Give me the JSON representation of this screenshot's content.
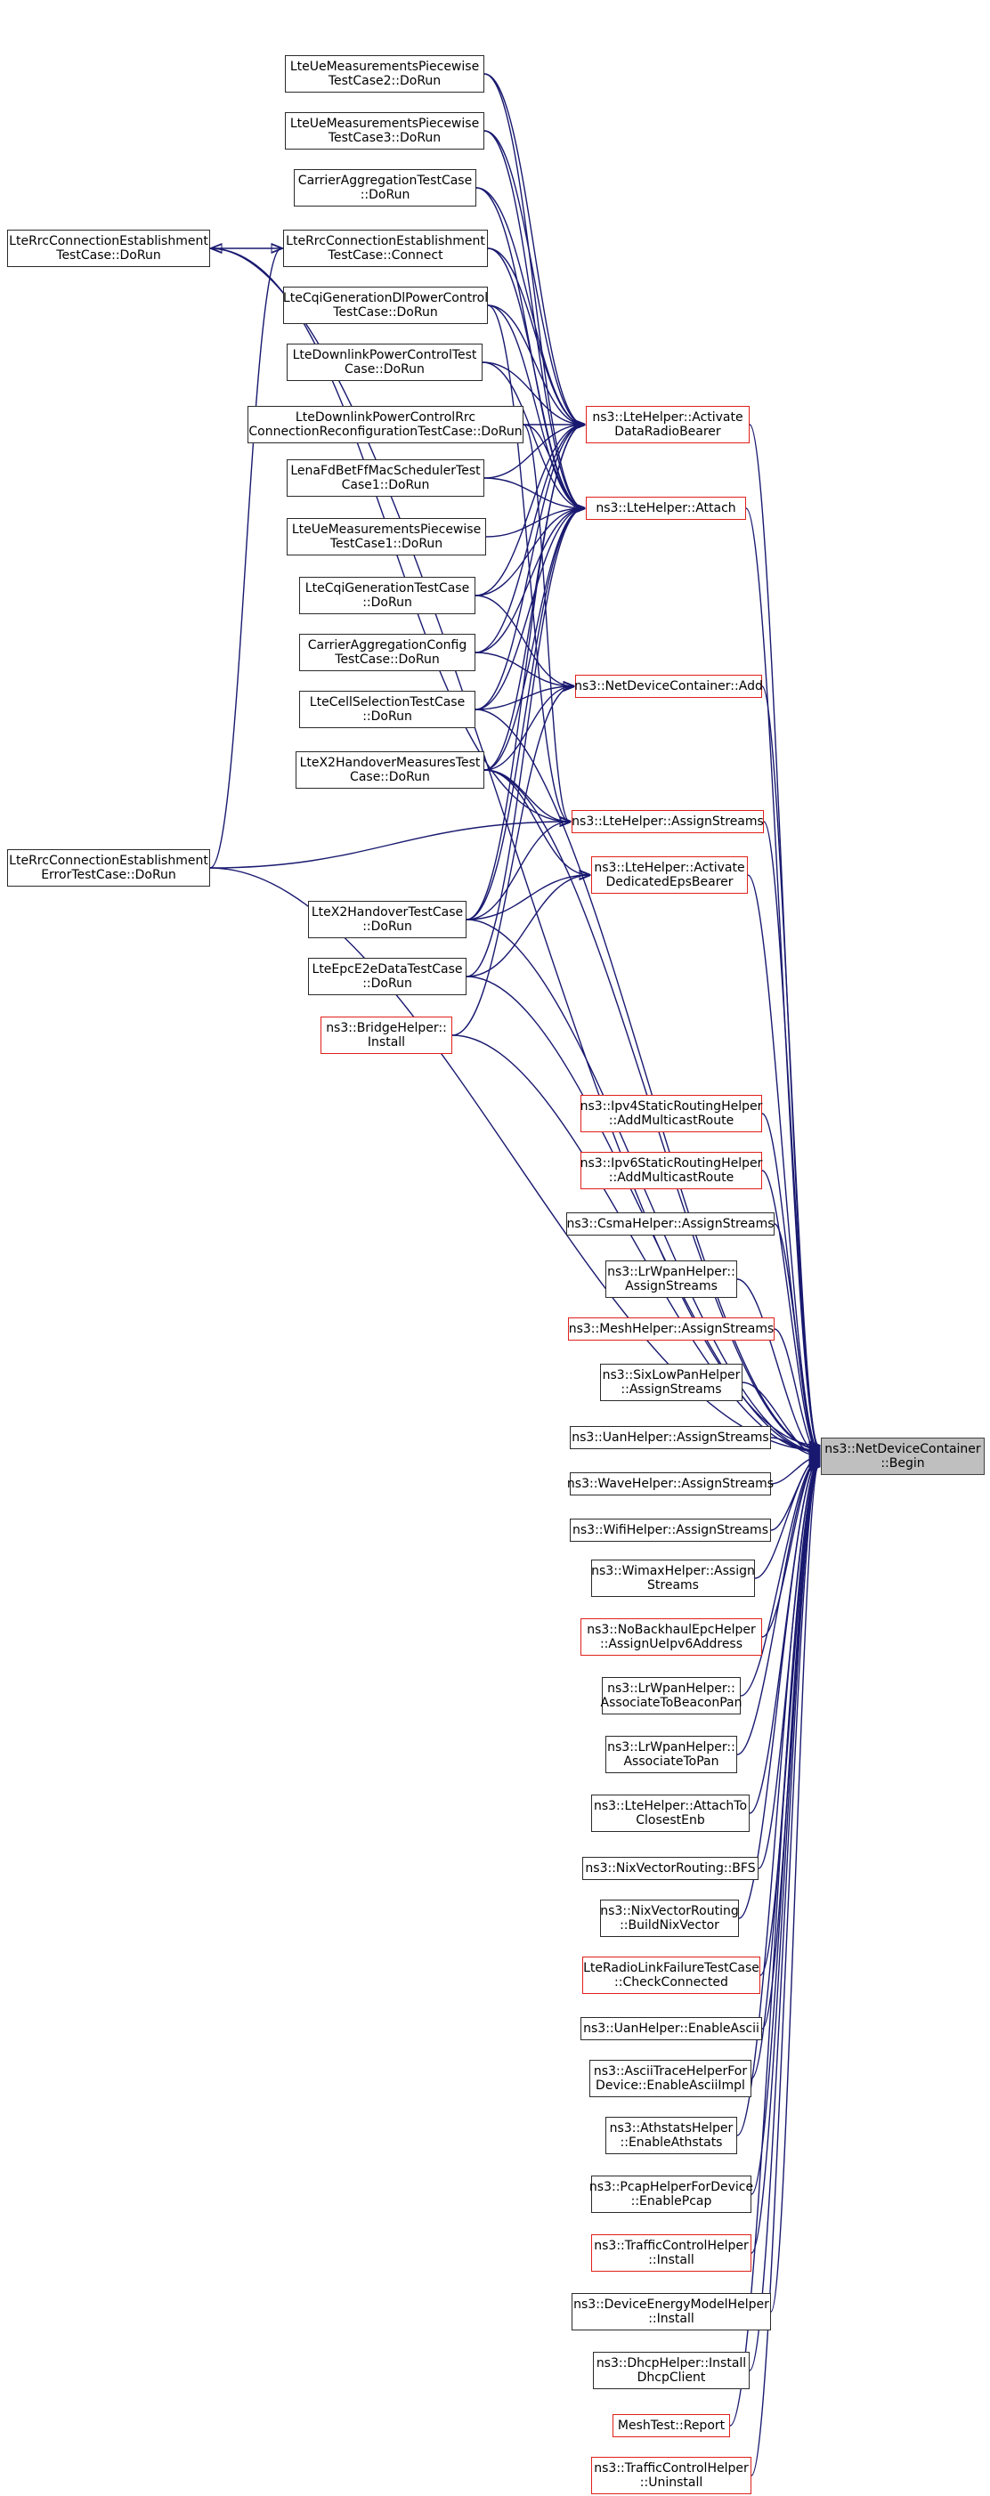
{
  "graph": {
    "target": {
      "id": "target",
      "lines": [
        "ns3::NetDeviceContainer",
        "::Begin"
      ],
      "style": "target"
    },
    "nodes": [
      {
        "id": "s2",
        "lines": [
          "LteUeMeasurementsPiecewise",
          "TestCase2::DoRun"
        ],
        "style": "black"
      },
      {
        "id": "s3",
        "lines": [
          "LteUeMeasurementsPiecewise",
          "TestCase3::DoRun"
        ],
        "style": "black"
      },
      {
        "id": "cat",
        "lines": [
          "CarrierAggregationTestCase",
          "::DoRun"
        ],
        "style": "black"
      },
      {
        "id": "rrcE",
        "lines": [
          "LteRrcConnectionEstablishment",
          "TestCase::DoRun"
        ],
        "style": "black"
      },
      {
        "id": "rrcC",
        "lines": [
          "LteRrcConnectionEstablishment",
          "TestCase::Connect"
        ],
        "style": "black"
      },
      {
        "id": "cqiDl",
        "lines": [
          "LteCqiGenerationDlPowerControl",
          "TestCase::DoRun"
        ],
        "style": "black"
      },
      {
        "id": "dlpc",
        "lines": [
          "LteDownlinkPowerControlTest",
          "Case::DoRun"
        ],
        "style": "black"
      },
      {
        "id": "dlrrc",
        "lines": [
          "LteDownlinkPowerControlRrc",
          "ConnectionReconfigurationTestCase::DoRun"
        ],
        "style": "black"
      },
      {
        "id": "lena",
        "lines": [
          "LenaFdBetFfMacSchedulerTest",
          "Case1::DoRun"
        ],
        "style": "black"
      },
      {
        "id": "s1",
        "lines": [
          "LteUeMeasurementsPiecewise",
          "TestCase1::DoRun"
        ],
        "style": "black"
      },
      {
        "id": "cqi",
        "lines": [
          "LteCqiGenerationTestCase",
          "::DoRun"
        ],
        "style": "black"
      },
      {
        "id": "cac",
        "lines": [
          "CarrierAggregationConfig",
          "TestCase::DoRun"
        ],
        "style": "black"
      },
      {
        "id": "cell",
        "lines": [
          "LteCellSelectionTestCase",
          "::DoRun"
        ],
        "style": "black"
      },
      {
        "id": "x2m",
        "lines": [
          "LteX2HandoverMeasuresTest",
          "Case::DoRun"
        ],
        "style": "black"
      },
      {
        "id": "rrcErr",
        "lines": [
          "LteRrcConnectionEstablishment",
          "ErrorTestCase::DoRun"
        ],
        "style": "black"
      },
      {
        "id": "x2",
        "lines": [
          "LteX2HandoverTestCase",
          "::DoRun"
        ],
        "style": "black"
      },
      {
        "id": "epc",
        "lines": [
          "LteEpcE2eDataTestCase",
          "::DoRun"
        ],
        "style": "black"
      },
      {
        "id": "bridge",
        "lines": [
          "ns3::BridgeHelper::",
          "Install"
        ],
        "style": "red"
      },
      {
        "id": "adrb",
        "lines": [
          "ns3::LteHelper::Activate",
          "DataRadioBearer"
        ],
        "style": "red"
      },
      {
        "id": "attach",
        "lines": [
          "ns3::LteHelper::Attach"
        ],
        "style": "red"
      },
      {
        "id": "ndcAdd",
        "lines": [
          "ns3::NetDeviceContainer::Add"
        ],
        "style": "red"
      },
      {
        "id": "lteAS",
        "lines": [
          "ns3::LteHelper::AssignStreams"
        ],
        "style": "red"
      },
      {
        "id": "adeb",
        "lines": [
          "ns3::LteHelper::Activate",
          "DedicatedEpsBearer"
        ],
        "style": "red"
      },
      {
        "id": "ipv4",
        "lines": [
          "ns3::Ipv4StaticRoutingHelper",
          "::AddMulticastRoute"
        ],
        "style": "red"
      },
      {
        "id": "ipv6",
        "lines": [
          "ns3::Ipv6StaticRoutingHelper",
          "::AddMulticastRoute"
        ],
        "style": "red"
      },
      {
        "id": "csma",
        "lines": [
          "ns3::CsmaHelper::AssignStreams"
        ],
        "style": "black"
      },
      {
        "id": "lrAS",
        "lines": [
          "ns3::LrWpanHelper::",
          "AssignStreams"
        ],
        "style": "black"
      },
      {
        "id": "mesh",
        "lines": [
          "ns3::MeshHelper::AssignStreams"
        ],
        "style": "red"
      },
      {
        "id": "six",
        "lines": [
          "ns3::SixLowPanHelper",
          "::AssignStreams"
        ],
        "style": "black"
      },
      {
        "id": "uan",
        "lines": [
          "ns3::UanHelper::AssignStreams"
        ],
        "style": "black"
      },
      {
        "id": "wave",
        "lines": [
          "ns3::WaveHelper::AssignStreams"
        ],
        "style": "black"
      },
      {
        "id": "wifi",
        "lines": [
          "ns3::WifiHelper::AssignStreams"
        ],
        "style": "black"
      },
      {
        "id": "wimax",
        "lines": [
          "ns3::WimaxHelper::Assign",
          "Streams"
        ],
        "style": "black"
      },
      {
        "id": "nobh",
        "lines": [
          "ns3::NoBackhaulEpcHelper",
          "::AssignUeIpv6Address"
        ],
        "style": "red"
      },
      {
        "id": "lrBP",
        "lines": [
          "ns3::LrWpanHelper::",
          "AssociateToBeaconPan"
        ],
        "style": "black"
      },
      {
        "id": "lrP",
        "lines": [
          "ns3::LrWpanHelper::",
          "AssociateToPan"
        ],
        "style": "black"
      },
      {
        "id": "attCl",
        "lines": [
          "ns3::LteHelper::AttachTo",
          "ClosestEnb"
        ],
        "style": "black"
      },
      {
        "id": "bfs",
        "lines": [
          "ns3::NixVectorRouting::BFS"
        ],
        "style": "black"
      },
      {
        "id": "nix",
        "lines": [
          "ns3::NixVectorRouting",
          "::BuildNixVector"
        ],
        "style": "black"
      },
      {
        "id": "rlf",
        "lines": [
          "LteRadioLinkFailureTestCase",
          "::CheckConnected"
        ],
        "style": "red"
      },
      {
        "id": "uanAscii",
        "lines": [
          "ns3::UanHelper::EnableAscii"
        ],
        "style": "black"
      },
      {
        "id": "atf",
        "lines": [
          "ns3::AsciiTraceHelperFor",
          "Device::EnableAsciiImpl"
        ],
        "style": "black"
      },
      {
        "id": "ath",
        "lines": [
          "ns3::AthstatsHelper",
          "::EnableAthstats"
        ],
        "style": "black"
      },
      {
        "id": "pcap",
        "lines": [
          "ns3::PcapHelperForDevice",
          "::EnablePcap"
        ],
        "style": "black"
      },
      {
        "id": "tcI",
        "lines": [
          "ns3::TrafficControlHelper",
          "::Install"
        ],
        "style": "red"
      },
      {
        "id": "dem",
        "lines": [
          "ns3::DeviceEnergyModelHelper",
          "::Install"
        ],
        "style": "black"
      },
      {
        "id": "dhcp",
        "lines": [
          "ns3::DhcpHelper::Install",
          "DhcpClient"
        ],
        "style": "black"
      },
      {
        "id": "mesh2",
        "lines": [
          "MeshTest::Report"
        ],
        "style": "red"
      },
      {
        "id": "tcU",
        "lines": [
          "ns3::TrafficControlHelper",
          "::Uninstall"
        ],
        "style": "red"
      }
    ],
    "edges": [
      [
        "rrcC",
        "rrcE"
      ],
      [
        "s2",
        "adrb"
      ],
      [
        "s3",
        "adrb"
      ],
      [
        "cat",
        "adrb"
      ],
      [
        "rrcC",
        "adrb"
      ],
      [
        "cqiDl",
        "adrb"
      ],
      [
        "dlpc",
        "adrb"
      ],
      [
        "dlrrc",
        "adrb"
      ],
      [
        "lena",
        "adrb"
      ],
      [
        "cqi",
        "adrb"
      ],
      [
        "cac",
        "adrb"
      ],
      [
        "cell",
        "adrb"
      ],
      [
        "x2m",
        "adrb"
      ],
      [
        "x2",
        "adrb"
      ],
      [
        "s2",
        "attach"
      ],
      [
        "s3",
        "attach"
      ],
      [
        "cat",
        "attach"
      ],
      [
        "rrcC",
        "attach"
      ],
      [
        "cqiDl",
        "attach"
      ],
      [
        "dlpc",
        "attach"
      ],
      [
        "dlrrc",
        "attach"
      ],
      [
        "lena",
        "attach"
      ],
      [
        "s1",
        "attach"
      ],
      [
        "cqi",
        "attach"
      ],
      [
        "cac",
        "attach"
      ],
      [
        "cell",
        "attach"
      ],
      [
        "x2m",
        "attach"
      ],
      [
        "x2",
        "attach"
      ],
      [
        "epc",
        "attach"
      ],
      [
        "cqi",
        "ndcAdd"
      ],
      [
        "cac",
        "ndcAdd"
      ],
      [
        "cell",
        "ndcAdd"
      ],
      [
        "x2m",
        "ndcAdd"
      ],
      [
        "bridge",
        "ndcAdd"
      ],
      [
        "rrcE",
        "lteAS"
      ],
      [
        "rrcErr",
        "lteAS"
      ],
      [
        "x2m",
        "lteAS"
      ],
      [
        "x2",
        "lteAS"
      ],
      [
        "dlrrc",
        "lteAS"
      ],
      [
        "cqiDl",
        "lteAS"
      ],
      [
        "x2",
        "adeb"
      ],
      [
        "epc",
        "adeb"
      ],
      [
        "x2m",
        "adeb"
      ],
      [
        "rrcErr",
        "rrcC"
      ],
      [
        "adrb",
        "target"
      ],
      [
        "attach",
        "target"
      ],
      [
        "ndcAdd",
        "target"
      ],
      [
        "lteAS",
        "target"
      ],
      [
        "adeb",
        "target"
      ],
      [
        "rrcE",
        "target"
      ],
      [
        "rrcErr",
        "target"
      ],
      [
        "cell",
        "target"
      ],
      [
        "x2m",
        "target"
      ],
      [
        "x2",
        "target"
      ],
      [
        "epc",
        "target"
      ],
      [
        "bridge",
        "target"
      ],
      [
        "ipv4",
        "target"
      ],
      [
        "ipv6",
        "target"
      ],
      [
        "csma",
        "target"
      ],
      [
        "lrAS",
        "target"
      ],
      [
        "mesh",
        "target"
      ],
      [
        "six",
        "target"
      ],
      [
        "uan",
        "target"
      ],
      [
        "wave",
        "target"
      ],
      [
        "wifi",
        "target"
      ],
      [
        "wimax",
        "target"
      ],
      [
        "nobh",
        "target"
      ],
      [
        "lrBP",
        "target"
      ],
      [
        "lrP",
        "target"
      ],
      [
        "attCl",
        "target"
      ],
      [
        "bfs",
        "target"
      ],
      [
        "nix",
        "target"
      ],
      [
        "rlf",
        "target"
      ],
      [
        "uanAscii",
        "target"
      ],
      [
        "atf",
        "target"
      ],
      [
        "ath",
        "target"
      ],
      [
        "pcap",
        "target"
      ],
      [
        "tcI",
        "target"
      ],
      [
        "dem",
        "target"
      ],
      [
        "dhcp",
        "target"
      ],
      [
        "mesh2",
        "target"
      ],
      [
        "tcU",
        "target"
      ]
    ]
  },
  "colors": {
    "edge": "#191970",
    "red_border": "#e0201a",
    "black_border": "#2a2a2a",
    "target_fill": "#bfbfbf"
  }
}
